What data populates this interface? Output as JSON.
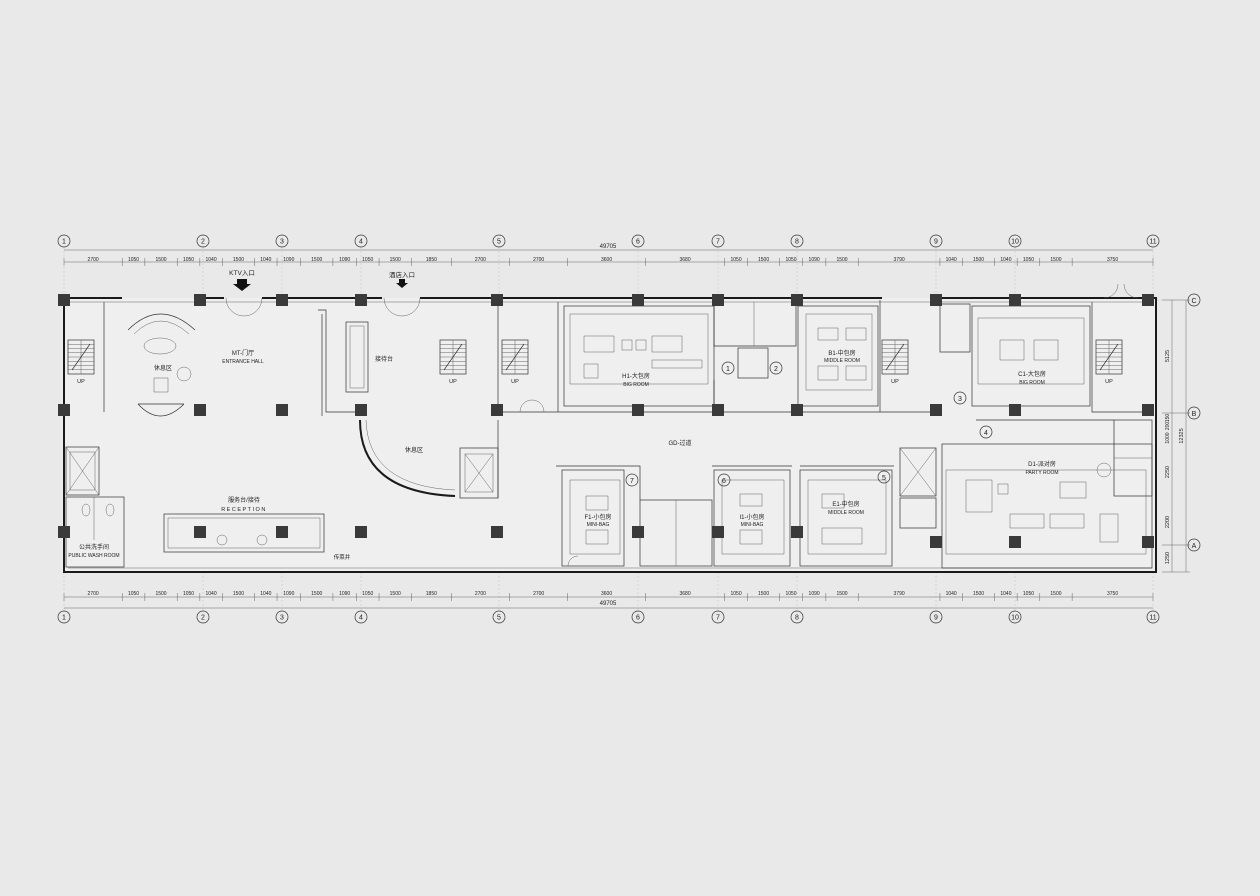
{
  "drawing": {
    "total_dimension": "49705",
    "segment_dims": [
      "2700",
      "1050",
      "1500",
      "1050",
      "1040",
      "1500",
      "1040",
      "1090",
      "1500",
      "1090",
      "1050",
      "1500",
      "1850",
      "2700",
      "2700",
      "3600",
      "3680",
      "1050",
      "1500",
      "1050",
      "1090",
      "1500",
      "3790",
      "1040",
      "1500",
      "1040",
      "1050",
      "1500",
      "3750"
    ],
    "axes_x": [
      "1",
      "2",
      "3",
      "4",
      "5",
      "6",
      "7",
      "8",
      "9",
      "10",
      "11"
    ],
    "axes_y": [
      "C",
      "B",
      "A"
    ],
    "right_dims": [
      "5125",
      "150",
      "200",
      "1000",
      "12325",
      "2250",
      "2200",
      "1250"
    ]
  },
  "entrances": {
    "ktv": "KTV入口",
    "hotel": "酒店入口"
  },
  "rooms": {
    "entrance_hall_cn": "MT-门厅",
    "entrance_hall_en": "ENTRANCE HALL",
    "lounge_a": "休息区",
    "lounge_b": "休息区",
    "reception_desk": "接待台",
    "reception_cn": "服务台/接待",
    "reception_en": "RECEPTION",
    "washroom_cn": "公共洗手间",
    "washroom_en": "PUBLIC WASH ROOM",
    "pantry": "传菜井",
    "corridor": "GD-过道",
    "big_room_a_cn": "H1-大包房",
    "big_room_a_en": "BIG ROOM",
    "middle_room_a_cn": "B1-中包房",
    "middle_room_a_en": "MIDDLE ROOM",
    "big_room_b_cn": "C1-大包房",
    "big_room_b_en": "BIG ROOM",
    "party_room_cn": "D1-派对房",
    "party_room_en": "PARTY ROOM",
    "mini_bag_f_cn": "F1-小包房",
    "mini_bag_f_en": "MINI-BAG",
    "mini_bag_i_cn": "I1-小包房",
    "mini_bag_i_en": "MINI-BAG",
    "middle_room_e_cn": "E1-中包房",
    "middle_room_e_en": "MIDDLE ROOM"
  },
  "stairs": {
    "up": "UP"
  },
  "markers": [
    "1",
    "2",
    "3",
    "4",
    "5",
    "6",
    "7"
  ]
}
